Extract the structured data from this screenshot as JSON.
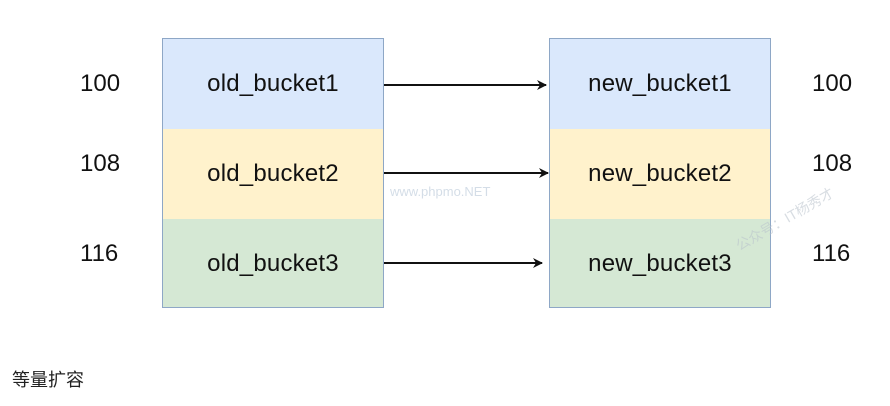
{
  "old_buckets": {
    "items": [
      {
        "label": "old_bucket1",
        "color": "#dae8fc"
      },
      {
        "label": "old_bucket2",
        "color": "#fff2cc"
      },
      {
        "label": "old_bucket3",
        "color": "#d5e8d4"
      }
    ]
  },
  "new_buckets": {
    "items": [
      {
        "label": "new_bucket1",
        "color": "#dae8fc"
      },
      {
        "label": "new_bucket2",
        "color": "#fff2cc"
      },
      {
        "label": "new_bucket3",
        "color": "#d5e8d4"
      }
    ]
  },
  "left_addresses": [
    "100",
    "108",
    "116"
  ],
  "right_addresses": [
    "100",
    "108",
    "116"
  ],
  "watermarks": {
    "center": "www.phpmo.NET",
    "corner": "公众号：IT杨秀才"
  },
  "caption": "等量扩容",
  "colors": {
    "blue": "#dae8fc",
    "yellow": "#fff2cc",
    "green": "#d5e8d4",
    "border": "#8ea7c6",
    "arrow": "#111111"
  }
}
